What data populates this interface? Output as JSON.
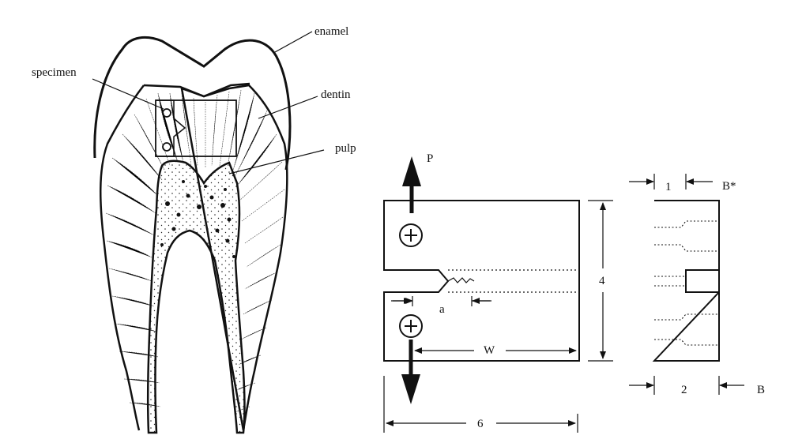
{
  "labels": {
    "enamel": "enamel",
    "specimen": "specimen",
    "dentin": "dentin",
    "pulp": "pulp"
  },
  "ct_specimen": {
    "load": "P",
    "crack_length": "a",
    "width": "W",
    "height_dim": "4",
    "length_dim": "6"
  },
  "side_view": {
    "net_thickness_dim": "1",
    "net_thickness_label": "B*",
    "thickness_dim": "2",
    "thickness_label": "B"
  },
  "colors": {
    "ink": "#111111",
    "background": "#ffffff"
  }
}
